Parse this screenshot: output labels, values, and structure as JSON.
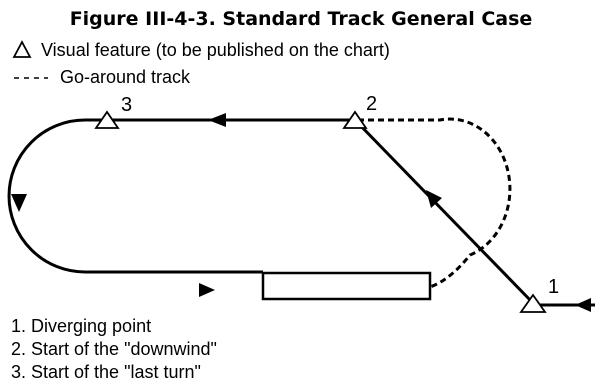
{
  "title": "Figure III-4-3. Standard Track General Case",
  "legend": {
    "visual_feature": "Visual feature (to be published on the chart)",
    "go_around": "Go-around track"
  },
  "points": {
    "p1": "1",
    "p2": "2",
    "p3": "3"
  },
  "notes": {
    "n1": "1. Diverging point",
    "n2": "2. Start of the \"downwind\"",
    "n3": "3. Start of the \"last turn\""
  }
}
